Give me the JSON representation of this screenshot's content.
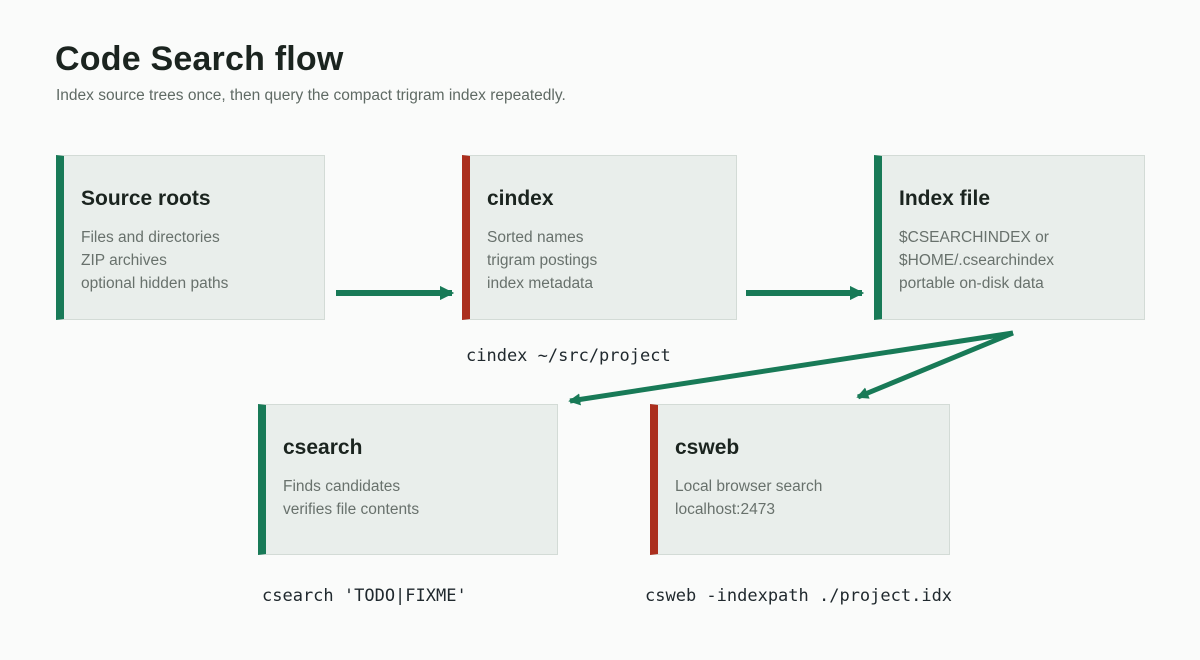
{
  "page": {
    "title": "Code Search flow",
    "subtitle": "Index source trees once, then query the compact trigram index repeatedly."
  },
  "colors": {
    "page_bg": "#fafbfa",
    "heading": "#1b241f",
    "subtext": "#5f6a64",
    "body": "#68716c",
    "command": "#20292e",
    "box_bg": "#e9eeeb",
    "box_border": "#d3dbd6",
    "green": "#187a57",
    "red": "#ab2f1e"
  },
  "nodes": [
    {
      "id": "source-roots",
      "title": "Source roots",
      "accent": "green",
      "lines": [
        "Files and directories",
        "ZIP archives",
        "optional hidden paths"
      ]
    },
    {
      "id": "cindex",
      "title": "cindex",
      "accent": "red",
      "lines": [
        "Sorted names",
        "trigram postings",
        "index metadata"
      ]
    },
    {
      "id": "index-file",
      "title": "Index file",
      "accent": "green",
      "lines": [
        "$CSEARCHINDEX or",
        "$HOME/.csearchindex",
        "portable on-disk data"
      ]
    },
    {
      "id": "csearch",
      "title": "csearch",
      "accent": "green",
      "lines": [
        "Finds candidates",
        "verifies file contents"
      ]
    },
    {
      "id": "csweb",
      "title": "csweb",
      "accent": "red",
      "lines": [
        "Local browser search",
        "localhost:2473"
      ]
    }
  ],
  "edges": [
    {
      "from": "source-roots",
      "to": "cindex"
    },
    {
      "from": "cindex",
      "to": "index-file"
    },
    {
      "from": "index-file",
      "to": "csearch"
    },
    {
      "from": "index-file",
      "to": "csweb"
    }
  ],
  "commands": [
    {
      "id": "cindex-cmd",
      "text": "cindex ~/src/project"
    },
    {
      "id": "csearch-cmd",
      "text": "csearch 'TODO|FIXME'"
    },
    {
      "id": "csweb-cmd",
      "text": "csweb -indexpath ./project.idx"
    }
  ]
}
